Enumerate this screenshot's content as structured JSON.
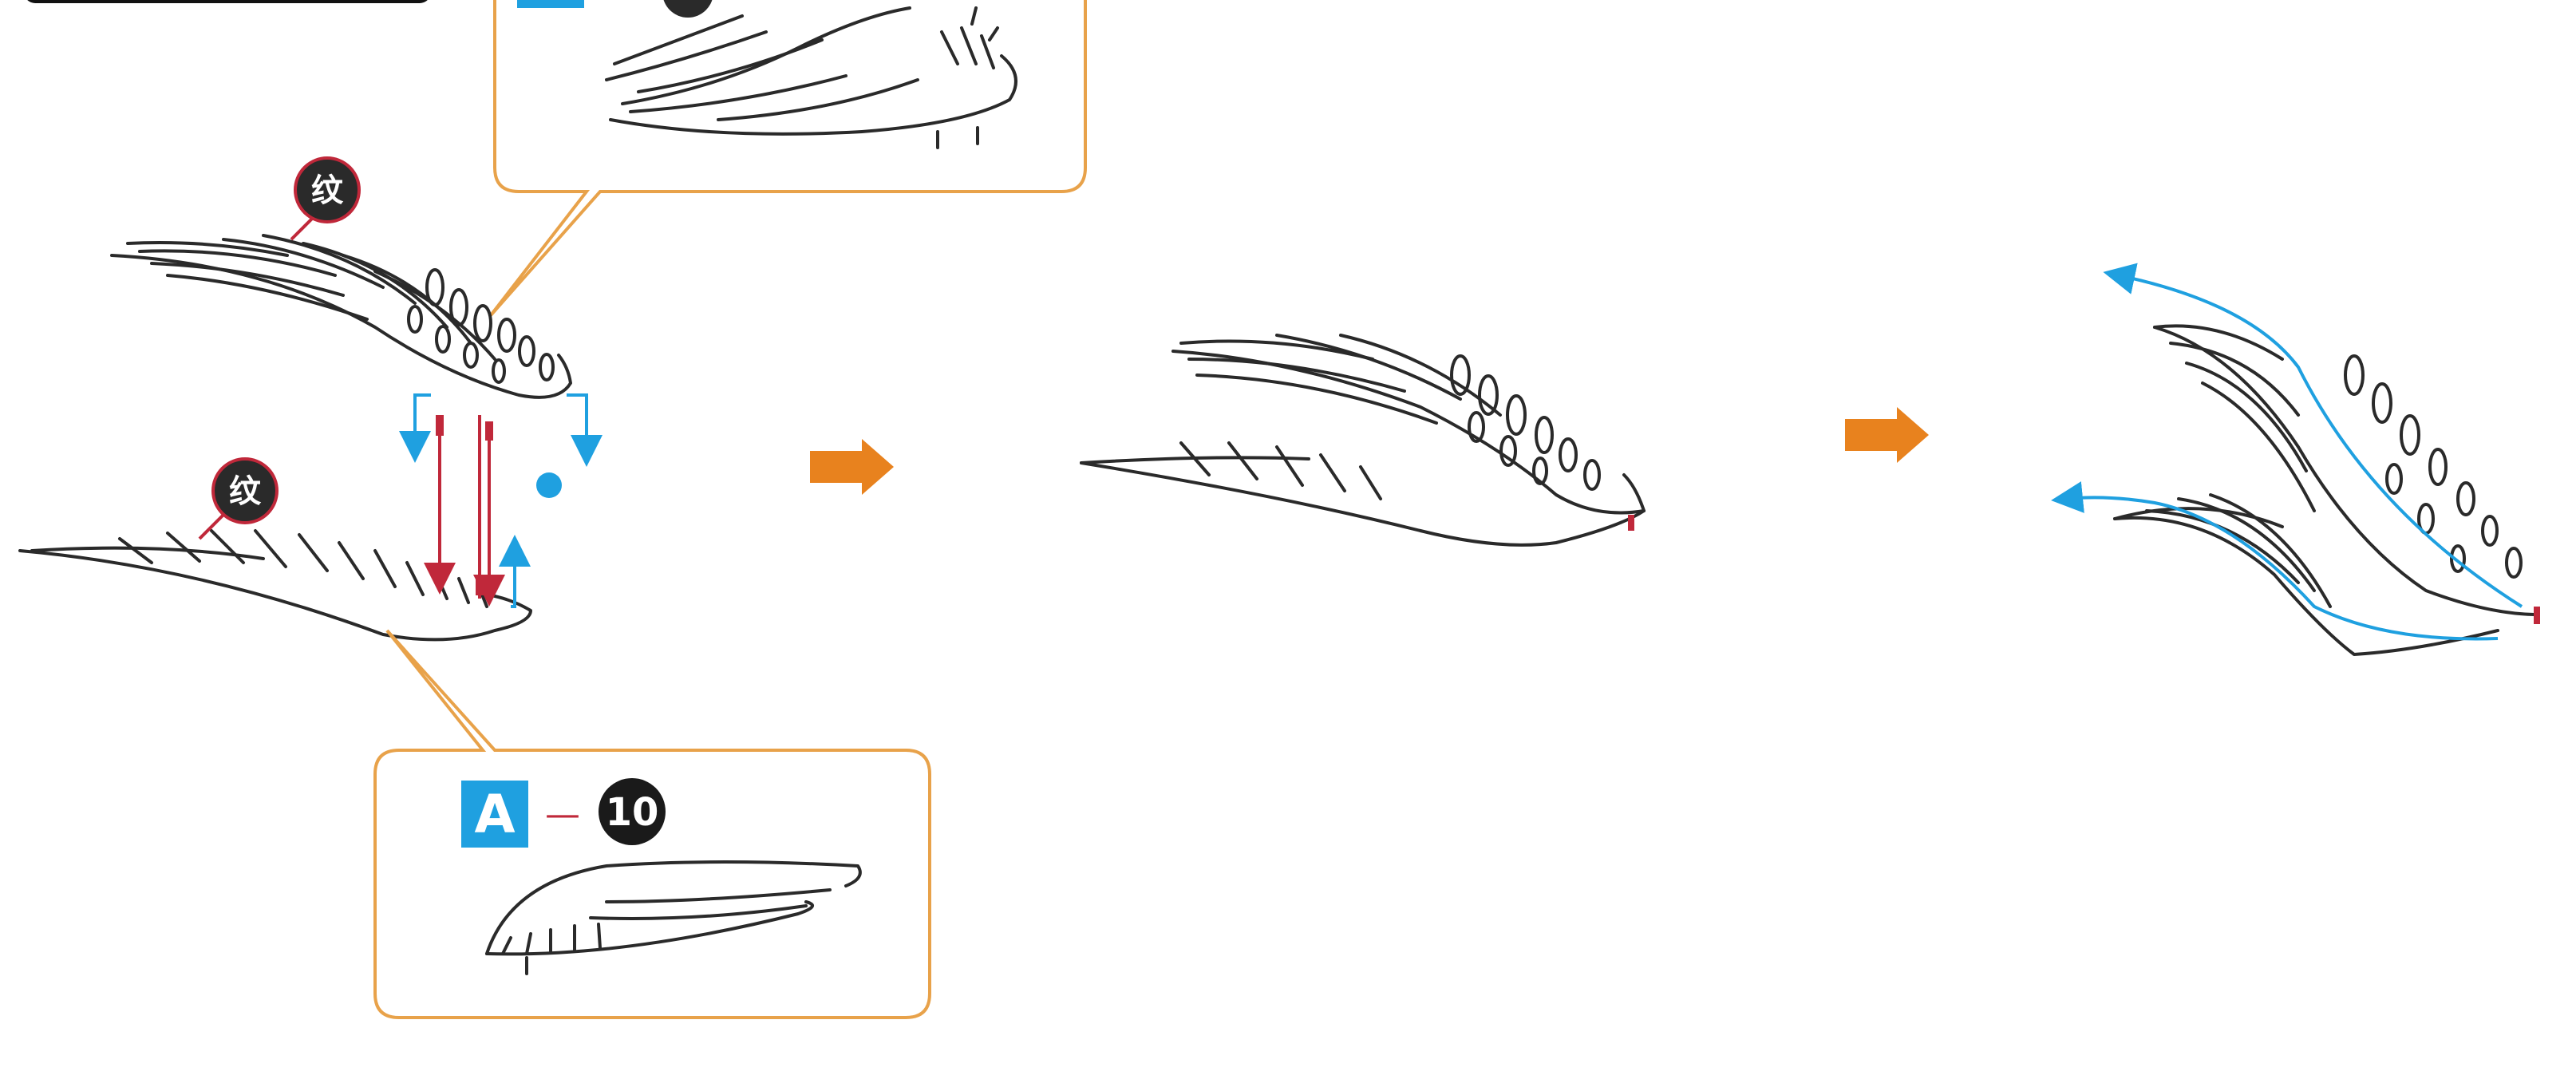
{
  "callout_top": {
    "part_letter": "A",
    "part_number": ""
  },
  "callout_bottom": {
    "part_letter": "A",
    "dash": "—",
    "part_number": "10"
  },
  "markers": [
    {
      "text": "纹"
    },
    {
      "text": "纹"
    }
  ],
  "colors": {
    "callout_border": "#e8a24a",
    "part_letter_bg": "#1fa0e0",
    "marker_bg": "#2a2a2a",
    "marker_border": "#c0283a",
    "assembly_arrow": "#e8821e",
    "peg_lines": "#c0283a",
    "motion_arrows": "#1fa0e0"
  },
  "icons": [
    "step-arrow-icon",
    "step-arrow-icon",
    "peg-icon",
    "motion-arrow-icon"
  ]
}
